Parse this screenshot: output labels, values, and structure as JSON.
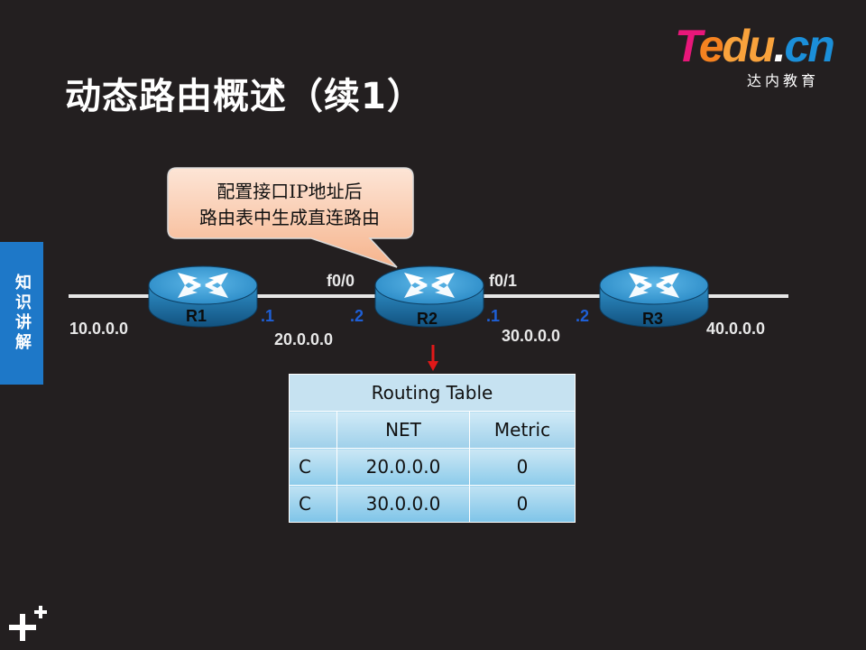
{
  "slide": {
    "title": "动态路由概述（续1）",
    "side_tab": "知识讲解"
  },
  "logo": {
    "brand": "Tedu.cn",
    "sub": "达内教育",
    "colors": {
      "t": "#e8177a",
      "e": "#f58220",
      "du": "#f8a23c",
      "cn": "#1b8fd9"
    }
  },
  "callout": {
    "line1": "配置接口IP地址后",
    "line2": "路由表中生成直连路由"
  },
  "diagram": {
    "routers": [
      "R1",
      "R2",
      "R3"
    ],
    "networks": [
      "10.0.0.0",
      "20.0.0.0",
      "30.0.0.0",
      "40.0.0.0"
    ],
    "interfaces": {
      "r2_left": "f0/0",
      "r2_right": "f0/1"
    },
    "host_ids": {
      "r1_right": ".1",
      "r2_left": ".2",
      "r2_right": ".1",
      "r3_left": ".2"
    }
  },
  "routing_table": {
    "title": "Routing Table",
    "headers": [
      "",
      "NET",
      "Metric"
    ],
    "rows": [
      [
        "C",
        "20.0.0.0",
        "0"
      ],
      [
        "C",
        "30.0.0.0",
        "0"
      ]
    ]
  }
}
